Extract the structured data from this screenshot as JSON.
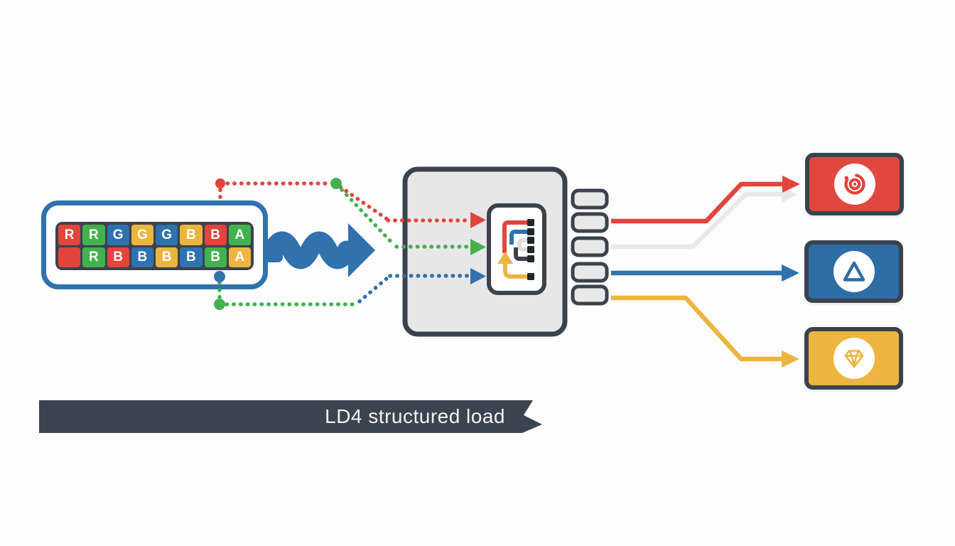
{
  "diagram": {
    "banner": {
      "label": "LD4 structured load"
    },
    "source_block": {
      "rows": [
        {
          "cells": [
            {
              "label": "R",
              "color": "red"
            },
            {
              "label": "R",
              "color": "green"
            },
            {
              "label": "G",
              "color": "blue"
            },
            {
              "label": "G",
              "color": "yellow"
            },
            {
              "label": "G",
              "color": "blue"
            },
            {
              "label": "B",
              "color": "yellow"
            },
            {
              "label": "B",
              "color": "red"
            },
            {
              "label": "A",
              "color": "green"
            }
          ]
        },
        {
          "cells": [
            {
              "label": "",
              "color": "red"
            },
            {
              "label": "R",
              "color": "green"
            },
            {
              "label": "B",
              "color": "red"
            },
            {
              "label": "B",
              "color": "blue"
            },
            {
              "label": "B",
              "color": "yellow"
            },
            {
              "label": "B",
              "color": "blue"
            },
            {
              "label": "B",
              "color": "green"
            },
            {
              "label": "A",
              "color": "yellow"
            }
          ]
        }
      ]
    },
    "channel_lines": [
      {
        "name": "red-channel",
        "color": "#e2453c"
      },
      {
        "name": "green-channel",
        "color": "#44b14e"
      },
      {
        "name": "blue-channel",
        "color": "#2f72ad"
      }
    ],
    "output_lines": [
      {
        "name": "red-output-line",
        "color": "#e2453c"
      },
      {
        "name": "shadow-output-line",
        "color": "#e9e9e9"
      },
      {
        "name": "blue-output-line",
        "color": "#2f72ad"
      },
      {
        "name": "yellow-output-line",
        "color": "#ecb53e"
      }
    ],
    "outputs": [
      {
        "name": "target-output",
        "color": "red",
        "icon": "spiral-target-icon"
      },
      {
        "name": "triangle-output",
        "color": "blue",
        "icon": "triangle-icon"
      },
      {
        "name": "gem-output",
        "color": "yellow",
        "icon": "diamond-gem-icon"
      }
    ],
    "palette": {
      "red": "#e2453c",
      "green": "#44b14e",
      "blue": "#2f72ad",
      "yellow": "#ecb53e",
      "dark": "#3a424d",
      "light_gray": "#e8e8e8",
      "banner": "#3b4550"
    }
  }
}
